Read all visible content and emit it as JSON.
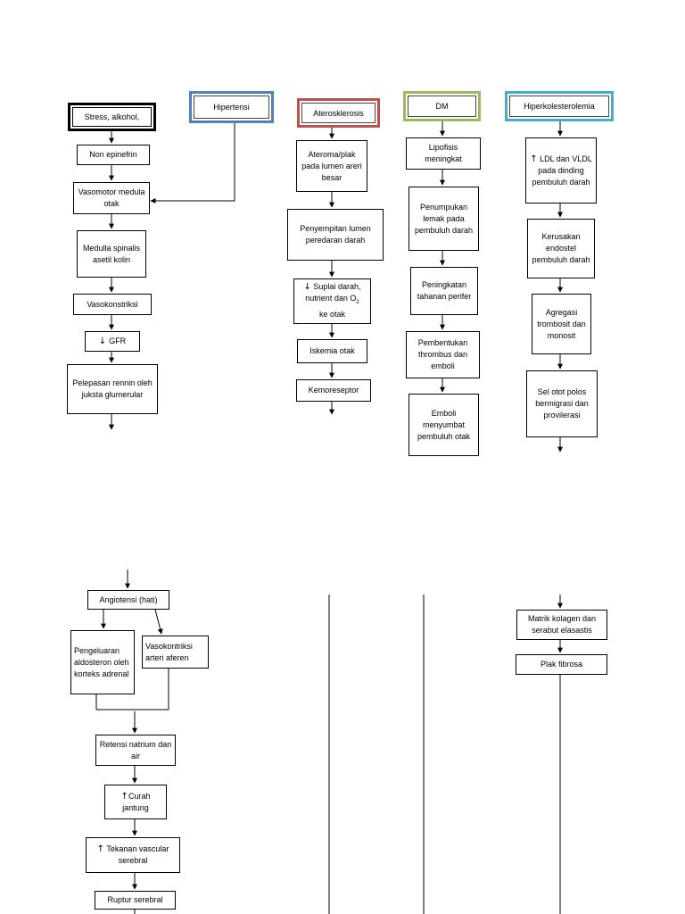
{
  "headers": {
    "stress": "Stress, alkohol,",
    "hipertensi": "Hipertensi",
    "aterosklerosis": "Aterosklerosis",
    "dm": "DM",
    "hiperkolesterolemia": "Hiperkolesterolemia"
  },
  "col1": {
    "non_epinefrin": "Non epinefrin",
    "vasomotor": "Vasomotor medula otak",
    "medulla": "Medulla spinalis asetil kolin",
    "vasokonstriksi": "Vasokonstriksi",
    "gfr": "GFR",
    "pelepasan": "Pelepasan rennin oleh juksta glumerular"
  },
  "col2": {
    "ateroma": "Ateroma/plak pada lumen areri besar",
    "penyempitan": "Penyempitan lumen peredaran darah",
    "suplai_a": "Suplai darah,",
    "suplai_b": "nutrient dan O",
    "suplai_sub": "2",
    "suplai_c": "ke otak",
    "iskemia": "Iskemia otak",
    "kemoreseptor": "Kemoreseptor"
  },
  "col3": {
    "lipofisis": "Lipofisis meningkat",
    "penumpukan": "Penumpukan lemak pada pembuluh darah",
    "peningkatan": "Peningkatan tahanan perifer",
    "pembentukan": "Pembentukan thrombus dan emboli",
    "emboli": "Emboli menyumbat pembuluh otak"
  },
  "col4": {
    "ldl": "LDL dan VLDL pada dinding pembuluh darah",
    "kerusakan": "Kerusakan endostel pembuluh darah",
    "agregasi": "Agregasi trombosit dan monosit",
    "sel_otot": "Sel otot polos bermigrasi dan provilerasi"
  },
  "lower_left": {
    "angiotensi": "Angiotensi (hati)",
    "pengeluaran": "Pengeluaran aldosteron oleh korteks adrenal",
    "vasokontriksi_arteri": "Vasokontriksi arteri aferen",
    "retensi": "Retensi natrium dan air",
    "curah": "Curah jantung",
    "tekanan": "Tekanan vascular serebral",
    "ruptur": "Ruptur serebral"
  },
  "lower_right": {
    "matrik": "Matrik kolagen dan serabut elasastis",
    "plak": "Plak fibrosa"
  },
  "colors": {
    "hipertensi_border": "#4f81bd",
    "aterosklerosis_border": "#c0504d",
    "dm_border": "#9bbb59",
    "hiperkolesterolemia_border": "#4bacc6"
  }
}
